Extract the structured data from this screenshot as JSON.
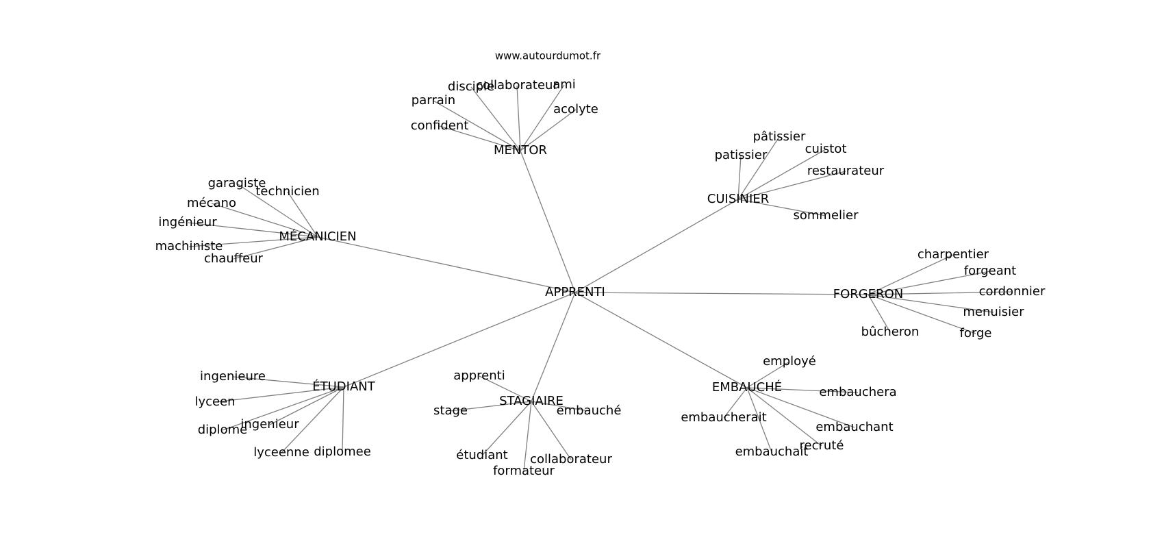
{
  "source": "www.autourdumot.fr",
  "graph": {
    "root": "APPRENTI",
    "clusters": [
      {
        "hub": "MENTOR",
        "words": [
          "disciple",
          "collaborateur",
          "ami",
          "parrain",
          "acolyte",
          "confident"
        ]
      },
      {
        "hub": "CUISINIER",
        "words": [
          "pâtissier",
          "patissier",
          "cuistot",
          "restaurateur",
          "sommelier"
        ]
      },
      {
        "hub": "MÉCANICIEN",
        "words": [
          "garagiste",
          "technicien",
          "mécano",
          "ingénieur",
          "machiniste",
          "chauffeur"
        ]
      },
      {
        "hub": "FORGERON",
        "words": [
          "charpentier",
          "forgeant",
          "cordonnier",
          "menuisier",
          "bûcheron",
          "forge"
        ]
      },
      {
        "hub": "ÉTUDIANT",
        "words": [
          "ingenieure",
          "lyceen",
          "ingenieur",
          "diplome",
          "lyceenne",
          "diplomee"
        ]
      },
      {
        "hub": "STAGIAIRE",
        "words": [
          "apprenti",
          "stage",
          "embauché",
          "étudiant",
          "collaborateur",
          "formateur"
        ]
      },
      {
        "hub": "EMBAUCHÉ",
        "words": [
          "employé",
          "embauchera",
          "embaucherait",
          "embauchant",
          "recruté",
          "embauchait"
        ]
      }
    ]
  }
}
